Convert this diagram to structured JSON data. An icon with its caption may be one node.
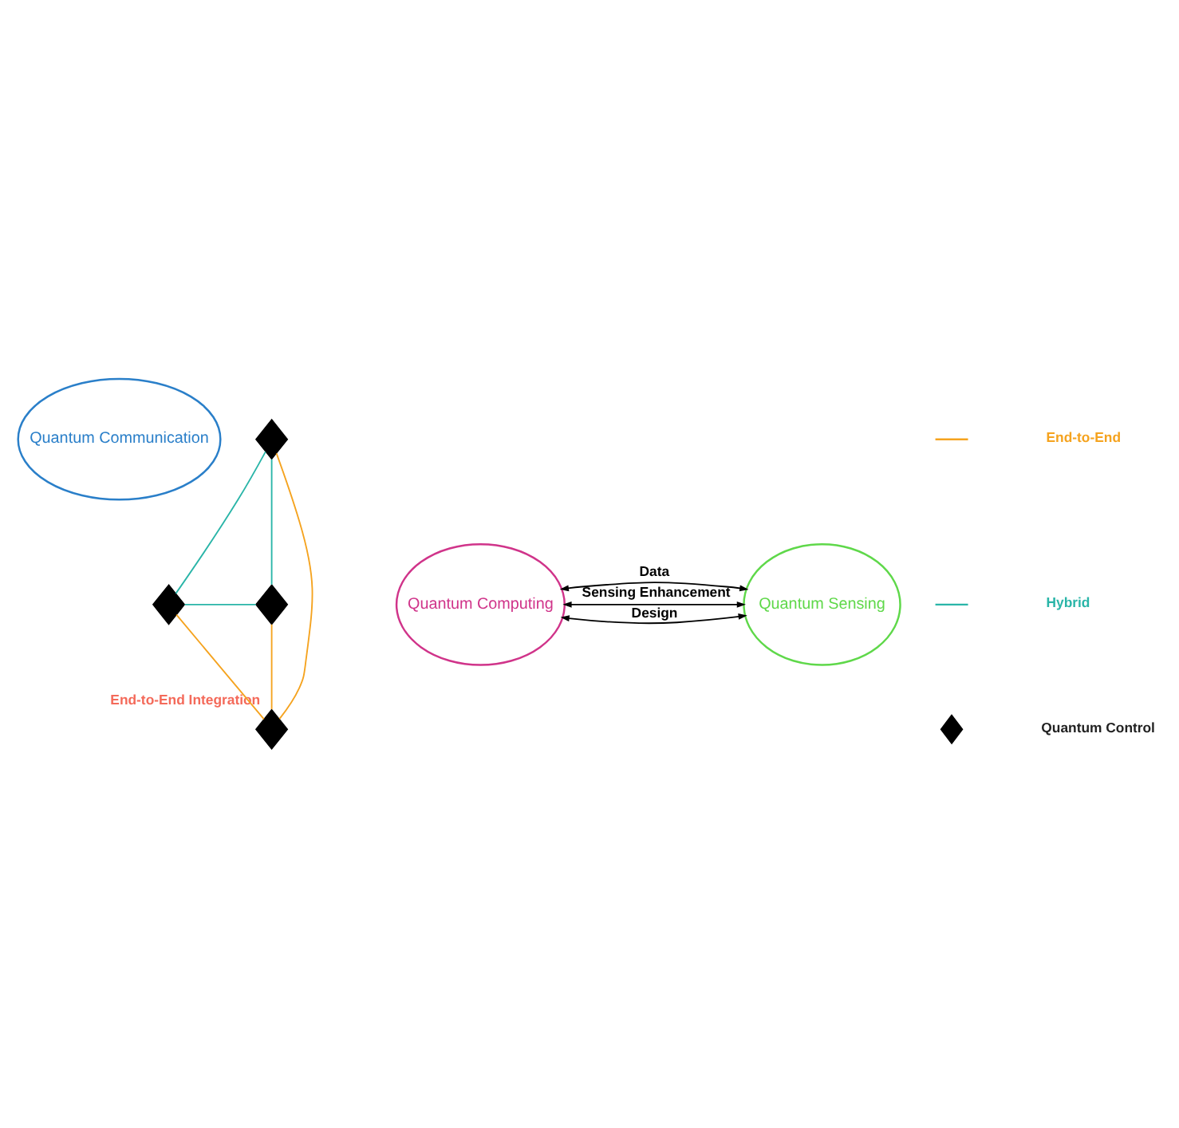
{
  "diagram": {
    "nodes": [
      {
        "text": [
          "Quantum Communication"
        ]
      },
      {
        "text": [
          "Quantum Computing"
        ]
      },
      {
        "text": [
          "Quantum Sensing"
        ]
      },
      {
        "text": [],
        "shape": "diamond"
      },
      {
        "text": [],
        "shape": "diamond"
      },
      {
        "text": [],
        "shape": "diamond"
      },
      {
        "text": [],
        "shape": "diamond",
        "beside": [
          "End-to-End Integration"
        ]
      }
    ],
    "edges": [
      {
        "from": 3,
        "to": 4,
        "arrow": "none",
        "color": "#2ab5a8"
      },
      {
        "from": 3,
        "to": 5,
        "arrow": "none",
        "color": "#2ab5a8"
      },
      {
        "from": 4,
        "to": 5,
        "arrow": "none",
        "color": "#2ab5a8"
      },
      {
        "from": 3,
        "to": 6,
        "arrow": "none",
        "color": "#f5a31f"
      },
      {
        "from": 4,
        "to": 6,
        "arrow": "none",
        "color": "#f5a31f"
      },
      {
        "from": 5,
        "to": 6,
        "arrow": "none",
        "color": "#f5a31f"
      },
      {
        "from": 1,
        "to": 2,
        "arrow": "both",
        "label": "Data",
        "color": "#000000"
      },
      {
        "from": 1,
        "to": 2,
        "arrow": "both",
        "label": "Design",
        "color": "#000000"
      },
      {
        "from": 1,
        "to": 2,
        "arrow": "both",
        "label": "Sensing Enhancement",
        "color": "#000000"
      }
    ],
    "legend": [
      {
        "text": "End-to-End"
      },
      {
        "text": "Hybrid"
      },
      {
        "text": "Quantum Control"
      }
    ]
  }
}
